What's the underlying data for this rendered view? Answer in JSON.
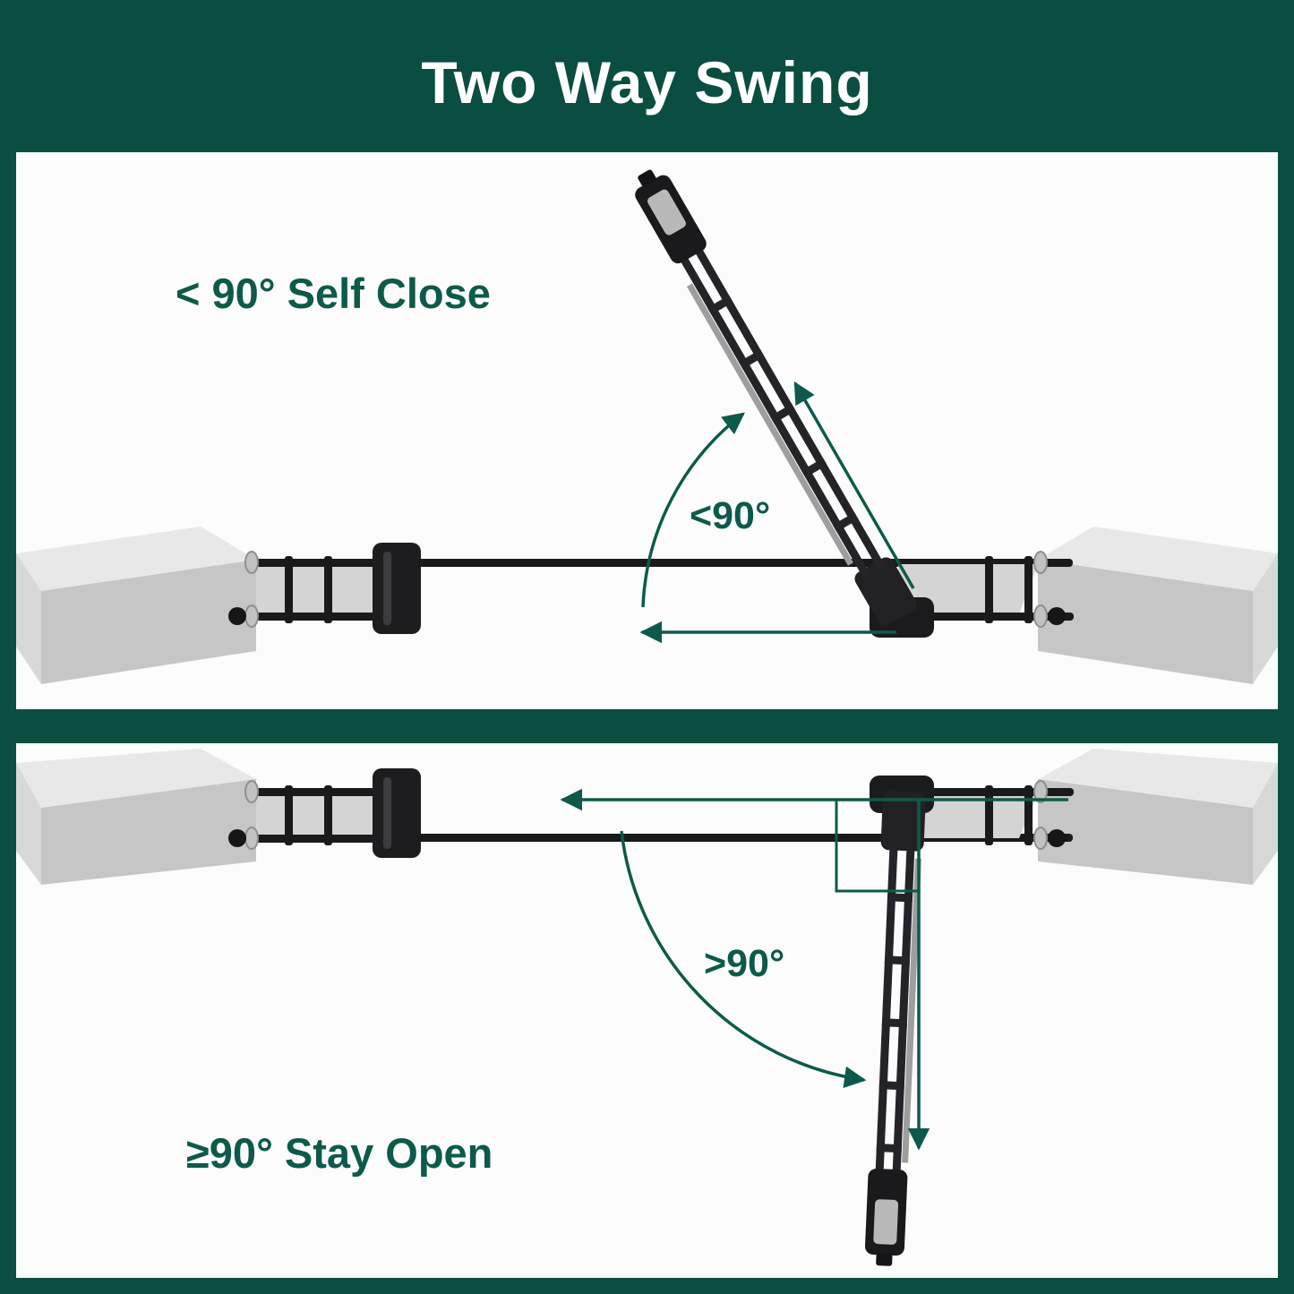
{
  "title": "Two Way Swing",
  "colors": {
    "background": "#0a4e41",
    "accent": "#0d5a4a",
    "panel": "#fcfcfc",
    "gate_black": "#1a1a1c",
    "wall_gray": "#c6c6c6"
  },
  "panels": {
    "top": {
      "label": "< 90° Self Close",
      "angle_label": "<90°"
    },
    "bottom": {
      "label": "≥90° Stay Open",
      "angle_label": ">90°"
    }
  }
}
